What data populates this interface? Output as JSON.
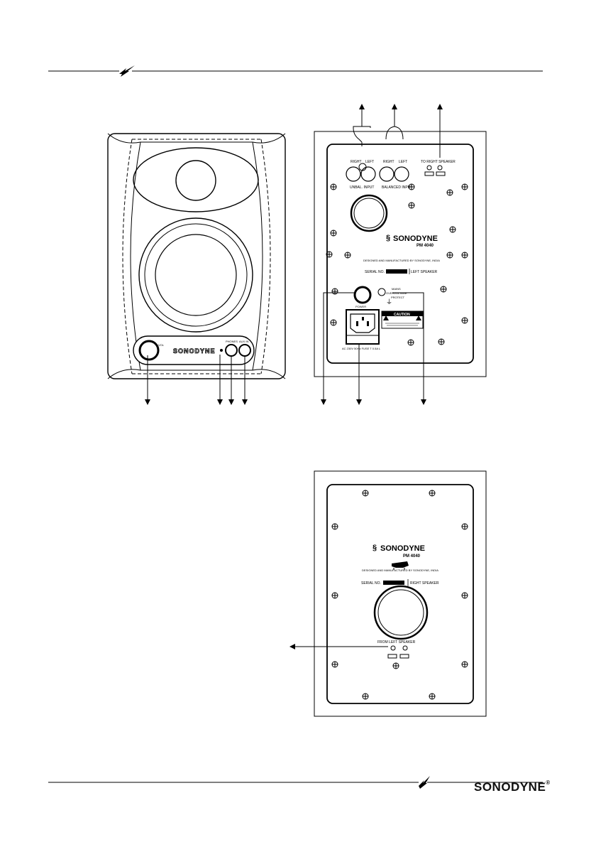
{
  "brand": "SONODYNE",
  "registered_mark": "®",
  "model": "PM 4040",
  "front_panel": {
    "vol_label": "VOL",
    "brand_plate": "SONODYNE",
    "phones_label": "PHONES",
    "aux_in_label": "AUX IN"
  },
  "left_rear": {
    "right_label": "RIGHT",
    "left_label": "LEFT",
    "unbal_input": "UNBAL. INPUT",
    "balanced_input": "BALANCED INPUT",
    "to_right_speaker": "TO RIGHT SPEAKER",
    "designed_by": "DESIGNED AND MANUFACTURED BY SONODYNE, INDIA",
    "serial_label": "SERIAL NO.",
    "speaker_side": "LEFT SPEAKER",
    "power_label": "POWER",
    "mains_label": "MAINS",
    "overvoltage_label": "OVERVOLTAGE",
    "protect_label": "PROTECT",
    "caution_title": "CAUTION",
    "ac_rating": "AC 230V 50Hz FUSE T 0.5A L"
  },
  "right_rear": {
    "designed_by": "DESIGNED AND MANUFACTURED BY SONODYNE, INDIA",
    "serial_label": "SERIAL NO.",
    "speaker_side": "RIGHT SPEAKER",
    "from_left_speaker": "FROM LEFT SPEAKER"
  },
  "footer_brand": "SONODYNE"
}
